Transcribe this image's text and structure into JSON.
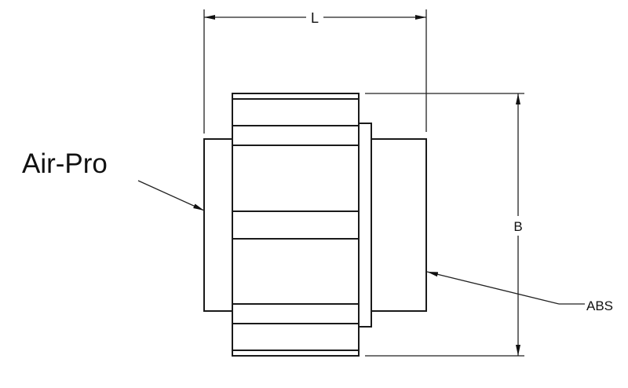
{
  "drawing": {
    "dimension_length_label": "L",
    "dimension_height_label": "B",
    "callout_left": "Air-Pro",
    "callout_right": "ABS",
    "line_color": "#1a1a1a"
  }
}
